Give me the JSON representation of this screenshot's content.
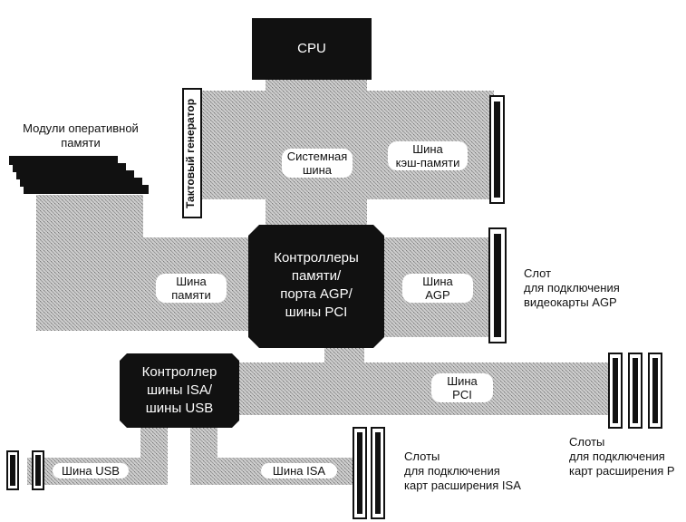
{
  "cpu": {
    "label": "CPU"
  },
  "clock": {
    "label": "Тактовый генератор"
  },
  "memory_modules": {
    "label_line1": "Модули оперативной",
    "label_line2": "памяти"
  },
  "system_bus": {
    "line1": "Системная",
    "line2": "шина"
  },
  "cache_bus": {
    "line1": "Шина",
    "line2": "кэш-памяти"
  },
  "north_bridge": {
    "line1": "Контроллеры",
    "line2": "памяти/",
    "line3": "порта AGP/",
    "line4": "шины PCI"
  },
  "memory_bus": {
    "line1": "Шина",
    "line2": "памяти"
  },
  "agp_bus": {
    "line1": "Шина",
    "line2": "AGP"
  },
  "agp_slot": {
    "line1": "Слот",
    "line2": "для подключения",
    "line3": "видеокарты AGP"
  },
  "south_bridge": {
    "line1": "Контроллер",
    "line2": "шины ISA/",
    "line3": "шины USB"
  },
  "pci_bus": {
    "line1": "Шина",
    "line2": "PCI"
  },
  "pci_slots": {
    "line1": "Слоты",
    "line2": "для подключения",
    "line3": "карт расширения P"
  },
  "usb_bus": {
    "label": "Шина USB"
  },
  "isa_bus": {
    "label": "Шина ISA"
  },
  "isa_slots": {
    "line1": "Слоты",
    "line2": "для подключения",
    "line3": "карт расширения ISA"
  },
  "colors": {
    "bus_fill": "#c9c9c9",
    "chip_fill": "#111111",
    "slot_fill": "#1a1a1a"
  }
}
